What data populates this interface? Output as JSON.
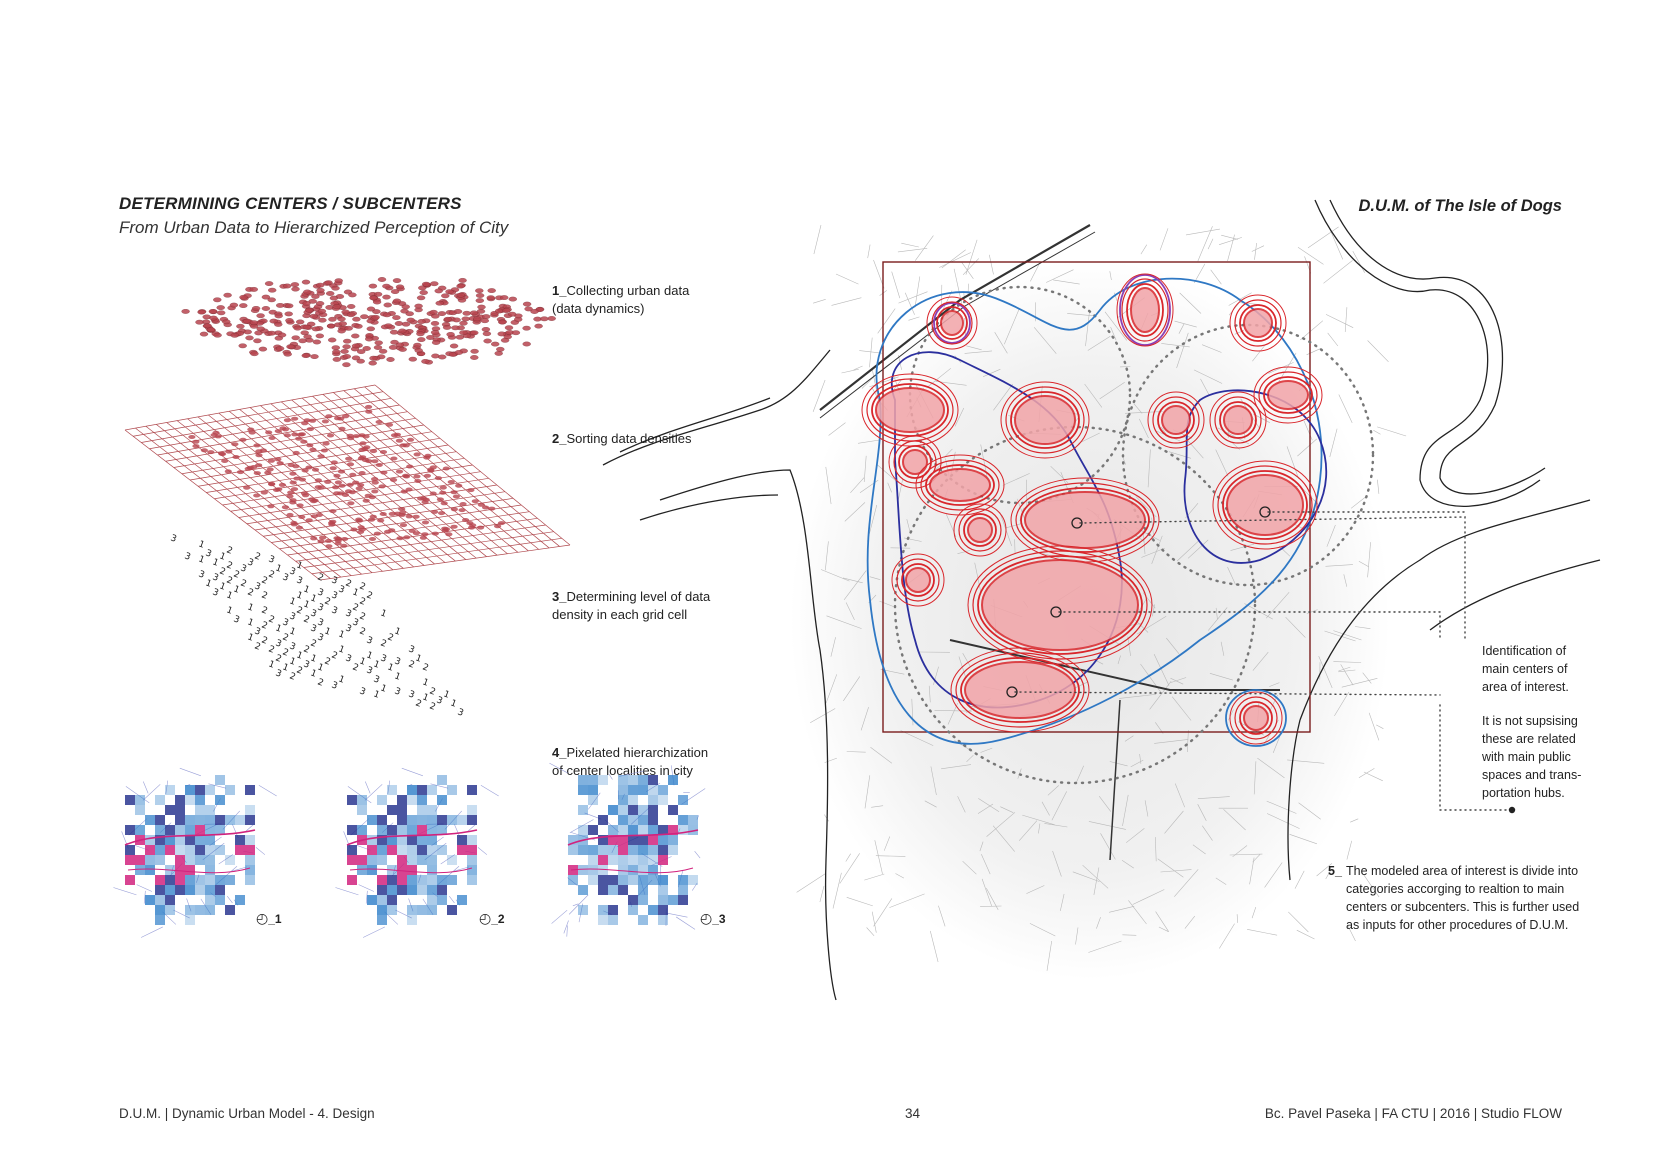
{
  "heading": {
    "title": "DETERMINING CENTERS / SUBCENTERS",
    "subtitle": "From Urban Data to Hierarchized Perception of City"
  },
  "steps": [
    {
      "number": "1_",
      "text": "Collecting urban data\n(data dynamics)"
    },
    {
      "number": "2_",
      "text": "Sorting data densities"
    },
    {
      "number": "3_",
      "text": "Determining level of data\ndensity in each grid cell"
    },
    {
      "number": "4_",
      "text": "Pixelated hierarchization\nof center localities in city"
    }
  ],
  "mini_maps": [
    {
      "label": "_1"
    },
    {
      "label": "_2"
    },
    {
      "label": "_3"
    }
  ],
  "map": {
    "title": "D.U.M. of The Isle of Dogs",
    "note_identification": "Identification of\nmain centers of\narea of interest.",
    "note_related": "It is not supsising\nthese are related\nwith main public\nspaces and trans-\nportation hubs.",
    "step5_number": "5_",
    "step5_text": "The modeled area of interest is divide into\ncategories accorging to realtion to main\ncenters or subcenters. This is further used\nas inputs for other procedures of D.U.M."
  },
  "footer": {
    "left": "D.U.M. | Dynamic Urban Model - 4. Design",
    "page": "34",
    "right": "Bc. Pavel Paseka | FA CTU | 2016 | Studio FLOW"
  },
  "colors": {
    "density_red": "#d9262b",
    "density_fill": "#f2a4a8",
    "contour_blue": "#2f78c4",
    "contour_navy": "#2b2f9e",
    "contour_purple": "#8a3fb5",
    "frame": "#7a1d1d",
    "dot_red": "#b8454f",
    "pixel_blue": "#2f7fc9",
    "pixel_magenta": "#d1237e"
  }
}
